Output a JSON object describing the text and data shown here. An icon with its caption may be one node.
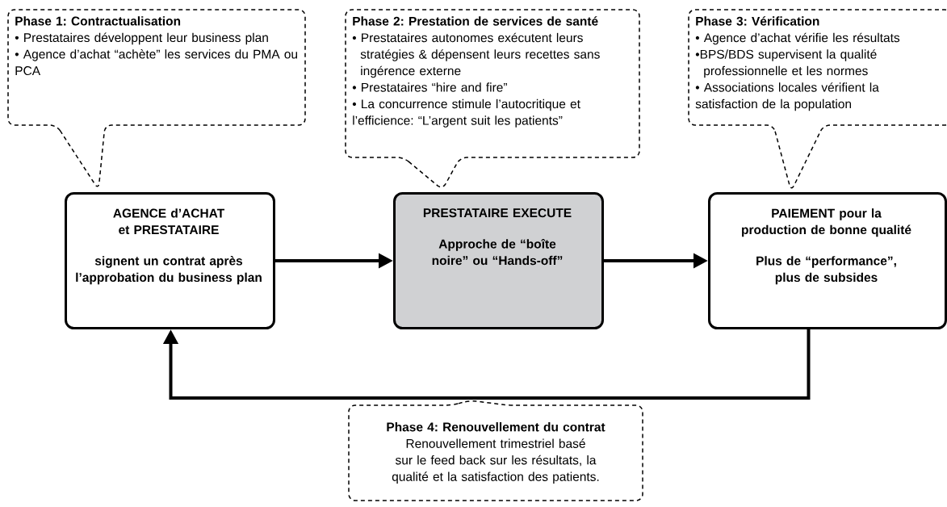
{
  "diagram": {
    "nodes": [
      {
        "text": [
          "Phase 1: Contractualisation",
          "• Prestataires développent leur business plan",
          "• Agence d’achat “achète” les services du PMA ou PCA"
        ]
      },
      {
        "text": [
          "Phase 2: Prestation de services de santé",
          "• Prestataires autonomes exécutent leurs stratégies & dépensent leurs recettes sans ingérence externe",
          "• Prestataires “hire and fire”",
          "• La concurrence stimule l’autocritique et l’efficience: “L’argent suit les patients”"
        ]
      },
      {
        "text": [
          "Phase 3: Vérification",
          "• Agence d’achat vérifie les résultats",
          "•BPS/BDS supervisent la qualité professionnelle et les normes",
          "• Associations locales vérifient la satisfaction de la population"
        ]
      },
      {
        "text": [
          "AGENCE d’ACHAT et PRESTATAIRE",
          "signent un contrat après l’approbation du business plan"
        ]
      },
      {
        "text": [
          "PRESTATAIRE EXECUTE",
          "Approche de “boîte noire” ou “Hands-off”"
        ]
      },
      {
        "text": [
          "PAIEMENT pour la production de bonne qualité",
          "Plus de “performance”, plus de subsides"
        ]
      },
      {
        "text": [
          "Phase 4: Renouvellement du contrat",
          "Renouvellement trimestriel basé sur le feed back sur les résultats, la qualité et la satisfaction des patients."
        ]
      }
    ],
    "edges": [
      {
        "from": 3,
        "to": 4,
        "arrow": "to"
      },
      {
        "from": 4,
        "to": 5,
        "arrow": "to"
      },
      {
        "from": 5,
        "to": 3,
        "arrow": "to"
      }
    ]
  }
}
